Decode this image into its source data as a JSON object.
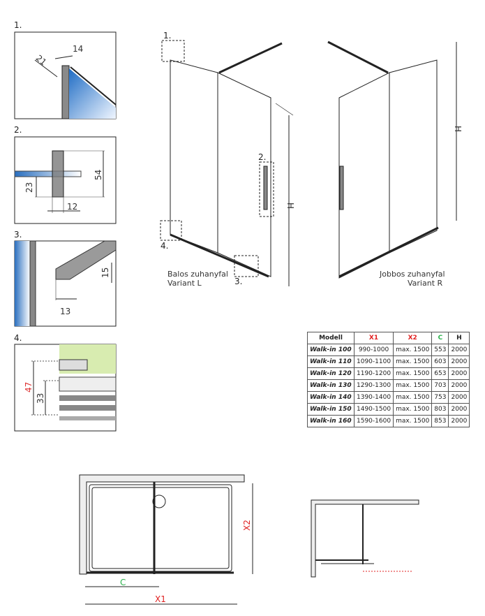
{
  "details": [
    {
      "label": "1.",
      "dims": [
        "21",
        "14"
      ]
    },
    {
      "label": "2.",
      "dims": [
        "23",
        "54",
        "12"
      ]
    },
    {
      "label": "3.",
      "dims": [
        "15",
        "13"
      ]
    },
    {
      "label": "4.",
      "dims": [
        "47",
        "33"
      ]
    }
  ],
  "left_view": {
    "caption_line1": "Balos zuhanyfal",
    "caption_line2": "Variant L",
    "markers": [
      "1.",
      "2.",
      "3.",
      "4."
    ],
    "height_label": "H"
  },
  "right_view": {
    "caption_line1": "Jobbos zuhanyfal",
    "caption_line2": "Variant R",
    "height_label": "H"
  },
  "table": {
    "headers": [
      "Modell",
      "X1",
      "X2",
      "C",
      "H"
    ],
    "header_colors": {
      "X1": "#e02020",
      "X2": "#e02020",
      "C": "#2bb24c",
      "H": "#222222"
    },
    "rows": [
      [
        "Walk-in 100",
        "990-1000",
        "max. 1500",
        "553",
        "2000"
      ],
      [
        "Walk-in 110",
        "1090-1100",
        "max. 1500",
        "603",
        "2000"
      ],
      [
        "Walk-in 120",
        "1190-1200",
        "max. 1500",
        "653",
        "2000"
      ],
      [
        "Walk-in 130",
        "1290-1300",
        "max. 1500",
        "703",
        "2000"
      ],
      [
        "Walk-in 140",
        "1390-1400",
        "max. 1500",
        "753",
        "2000"
      ],
      [
        "Walk-in 150",
        "1490-1500",
        "max. 1500",
        "803",
        "2000"
      ],
      [
        "Walk-in 160",
        "1590-1600",
        "max. 1500",
        "853",
        "2000"
      ]
    ]
  },
  "plan": {
    "x1": "X1",
    "x2": "X2",
    "c": "C"
  }
}
